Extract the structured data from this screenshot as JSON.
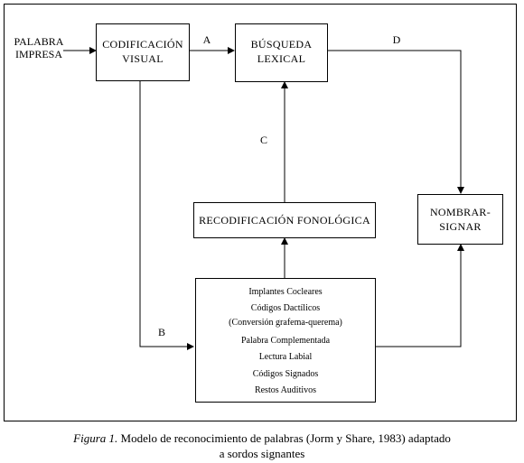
{
  "input_label": [
    "PALABRA",
    "IMPRESA"
  ],
  "boxes": {
    "codificacion": [
      "CODIFICACIÓN",
      "VISUAL"
    ],
    "busqueda": [
      "BÚSQUEDA",
      "LEXICAL"
    ],
    "recodificacion": "RECODIFICACIÓN FONOLÓGICA",
    "nombrar": [
      "NOMBRAR-",
      "SIGNAR"
    ]
  },
  "sources": [
    "Implantes Cocleares",
    "Códigos Dactílicos",
    "(Conversión grafema-querema)",
    "Palabra Complementada",
    "Lectura Labial",
    "Códigos Signados",
    "Restos Auditivos"
  ],
  "route_labels": {
    "a": "A",
    "b": "B",
    "c": "C",
    "d": "D"
  },
  "caption": {
    "figure": "Figura 1.",
    "text_line1": " Modelo de reconocimiento de palabras (Jorm y Share, 1983) adaptado",
    "text_line2": "a sordos signantes"
  }
}
